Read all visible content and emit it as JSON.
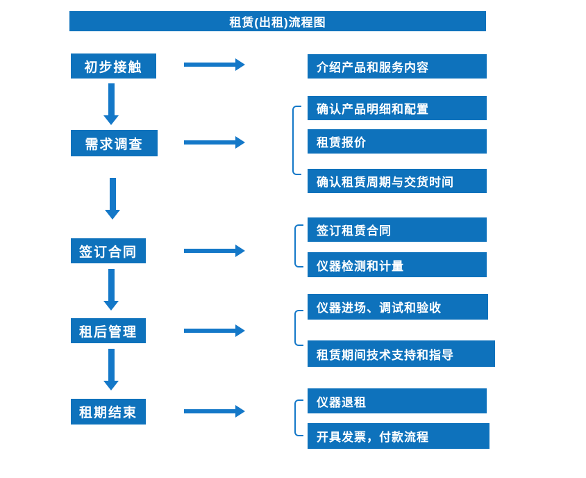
{
  "title": "租赁(出租)流程图",
  "colors": {
    "box_blue": "#0e72bc",
    "arrow_blue": "#1478c8",
    "text_white": "#ffffff",
    "background": "#ffffff"
  },
  "flow": {
    "steps": [
      {
        "label": "初步接触",
        "details": [
          "介绍产品和服务内容"
        ]
      },
      {
        "label": "需求调查",
        "details": [
          "确认产品明细和配置",
          "租赁报价",
          "确认租赁周期与交货时间"
        ]
      },
      {
        "label": "签订合同",
        "details": [
          "签订租赁合同",
          "仪器检测和计量"
        ]
      },
      {
        "label": "租后管理",
        "details": [
          "仪器进场、调试和验收",
          "租赁期间技术支持和指导"
        ]
      },
      {
        "label": "租期结束",
        "details": [
          "仪器退租",
          "开具发票，付款流程"
        ]
      }
    ]
  }
}
